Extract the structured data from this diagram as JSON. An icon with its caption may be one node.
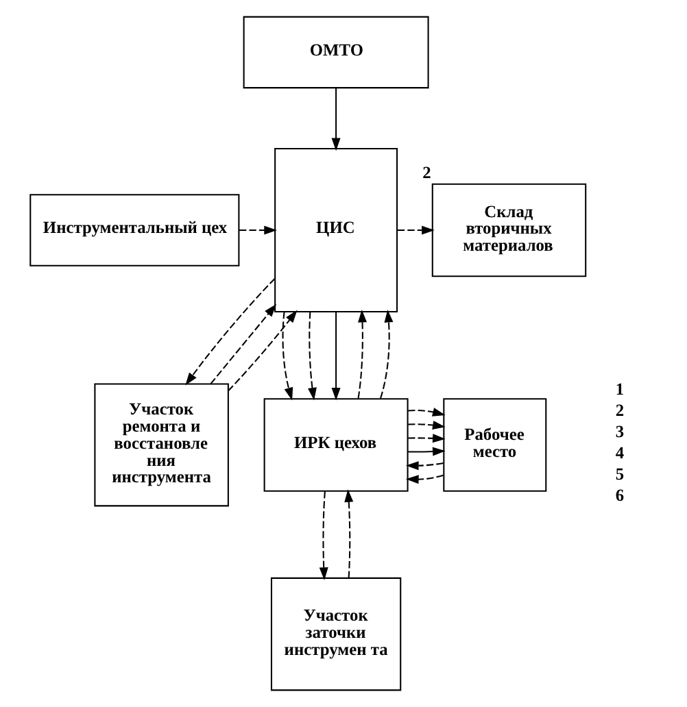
{
  "diagram": {
    "nodes": [
      {
        "text": [
          "ОМТО"
        ]
      },
      {
        "text": [
          "Инструментальный цех"
        ]
      },
      {
        "text": [
          "ЦИС"
        ]
      },
      {
        "text": [
          "Склад вторичных материалов"
        ],
        "beside": [
          "2"
        ]
      },
      {
        "text": [
          "Участок ремонта и восстановле ния инструмента"
        ]
      },
      {
        "text": [
          "ИРК цехов"
        ]
      },
      {
        "text": [
          "Рабочее место"
        ]
      },
      {
        "text": [
          "Участок заточки инструмен та"
        ]
      }
    ],
    "edges": [
      {
        "from": 0,
        "to": 2,
        "arrow": "to"
      },
      {
        "from": 1,
        "to": 2,
        "arrow": "to",
        "style": "dashed"
      },
      {
        "from": 2,
        "to": 3,
        "arrow": "to",
        "style": "dashed"
      },
      {
        "from": 4,
        "to": 2,
        "arrow": "to",
        "style": "dashed"
      },
      {
        "from": 4,
        "to": 2,
        "arrow": "to",
        "style": "dashed"
      },
      {
        "from": 2,
        "to": 4,
        "arrow": "to",
        "style": "dashed"
      },
      {
        "from": 2,
        "to": 5,
        "arrow": "to",
        "style": "dashed"
      },
      {
        "from": 2,
        "to": 5,
        "arrow": "to",
        "style": "dashed"
      },
      {
        "from": 2,
        "to": 5,
        "arrow": "to"
      },
      {
        "from": 5,
        "to": 2,
        "arrow": "to",
        "style": "dashed"
      },
      {
        "from": 5,
        "to": 2,
        "arrow": "to",
        "style": "dashed"
      },
      {
        "from": 6,
        "to": 5,
        "arrow": "to",
        "style": "dashed"
      },
      {
        "from": 6,
        "to": 5,
        "arrow": "to",
        "style": "dashed"
      },
      {
        "from": 5,
        "to": 6,
        "arrow": "to"
      },
      {
        "from": 5,
        "to": 6,
        "arrow": "to",
        "style": "dashed"
      },
      {
        "from": 5,
        "to": 6,
        "arrow": "to",
        "style": "dashed"
      },
      {
        "from": 5,
        "to": 6,
        "arrow": "to",
        "style": "dashed"
      },
      {
        "from": 5,
        "to": 7,
        "arrow": "to",
        "style": "dashed"
      },
      {
        "from": 7,
        "to": 5,
        "arrow": "to",
        "style": "dashed"
      }
    ],
    "legend": [
      {
        "text": "1"
      },
      {
        "text": "2"
      },
      {
        "text": "3"
      },
      {
        "text": "4"
      },
      {
        "text": "5"
      },
      {
        "text": "6"
      }
    ]
  }
}
